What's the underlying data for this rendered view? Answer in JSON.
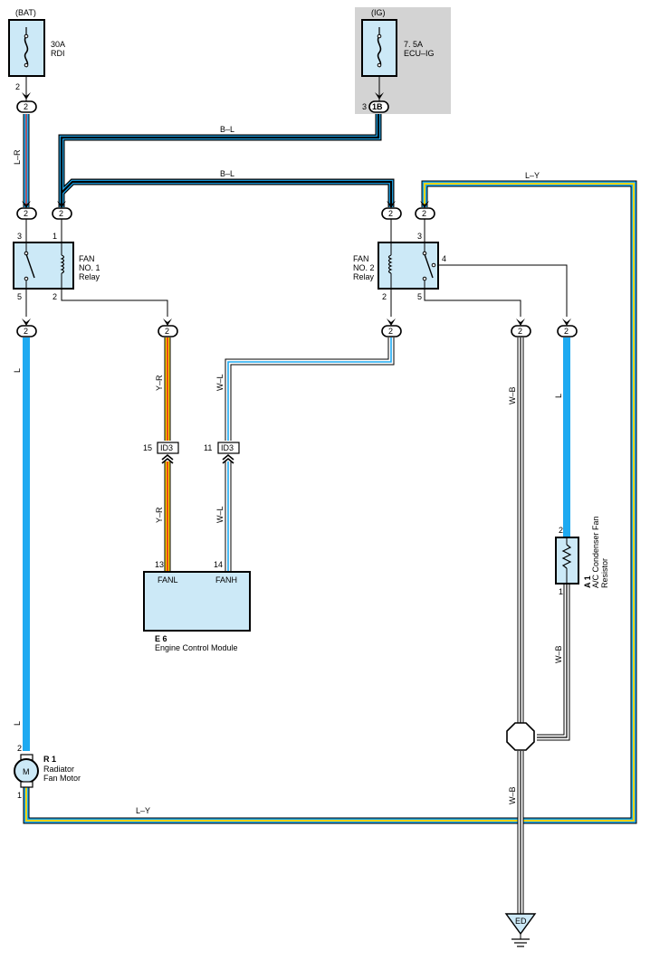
{
  "sources": {
    "bat_label": "(BAT)",
    "bat_fuse_amp": "30A",
    "bat_fuse_name": "RDI",
    "bat_pin": "2",
    "ig_label": "(IG)",
    "ig_fuse_amp": "7. 5A",
    "ig_fuse_name": "ECU–IG",
    "ig_pin": "3",
    "ig_connector": "1B"
  },
  "connector_pin": "2",
  "wires": {
    "bl_top": "B–L",
    "bl_mid": "B–L",
    "ly_top": "L–Y",
    "ly_bottom": "L–Y",
    "lr": "L–R",
    "l_left_top": "L",
    "l_left_bottom": "L",
    "l_right": "L",
    "yr_top": "Y–R",
    "yr_bottom": "Y–R",
    "wl_top": "W–L",
    "wl_bottom": "W–L",
    "wb_top": "W–B",
    "wb_resistor": "W–B",
    "wb_bottom": "W–B"
  },
  "relay1": {
    "line1": "FAN",
    "line2": "NO. 1",
    "line3": "Relay",
    "pin3": "3",
    "pin1": "1",
    "pin5": "5",
    "pin2": "2"
  },
  "relay2": {
    "line1": "FAN",
    "line2": "NO. 2",
    "line3": "Relay",
    "pin3": "3",
    "pin2": "2",
    "pin4": "4",
    "pin5": "5"
  },
  "id3": {
    "connector": "ID3",
    "left_pin": "15",
    "right_pin": "11"
  },
  "ecm": {
    "pin_fanl": "13",
    "pin_fanh": "14",
    "fanl": "FANL",
    "fanh": "FANH",
    "code": "E 6",
    "name": "Engine Control Module"
  },
  "resistor": {
    "pin_top": "2",
    "pin_bottom": "1",
    "code": "A 1",
    "name_line1": "A/C Condenser Fan",
    "name_line2": "Resistor"
  },
  "motor": {
    "pin_top": "2",
    "pin_bottom": "1",
    "code": "R 1",
    "name_line1": "Radiator",
    "name_line2": "Fan Motor",
    "symbol": "M"
  },
  "ground": {
    "label": "ED"
  },
  "colors": {
    "component_fill": "#cce9f7",
    "ig_area": "#d3d3d3",
    "wire_blue": "#1eaaf1",
    "wire_yellow": "#f5d200",
    "wire_red": "#e8261c",
    "wire_black": "#000000"
  }
}
